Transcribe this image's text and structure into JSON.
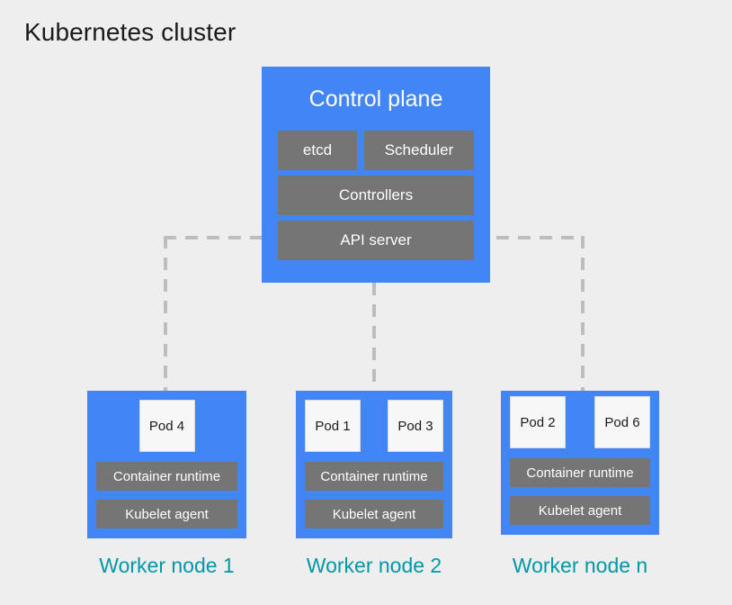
{
  "diagram": {
    "title": "Kubernetes cluster",
    "colors": {
      "background": "#efeeee",
      "node_blue": "#4285f4",
      "component_gray": "#757575",
      "pod_white": "#f7f7f7",
      "label_teal": "#0097a7",
      "connector_gray": "#bdbdbd"
    }
  },
  "control_plane": {
    "title": "Control plane",
    "components": {
      "etcd": "etcd",
      "scheduler": "Scheduler",
      "controllers": "Controllers",
      "api_server": "API server"
    }
  },
  "worker_nodes": [
    {
      "label": "Worker node 1",
      "pods": [
        "Pod 4"
      ],
      "container_runtime": "Container runtime",
      "kubelet_agent": "Kubelet agent"
    },
    {
      "label": "Worker node 2",
      "pods": [
        "Pod 1",
        "Pod 3"
      ],
      "container_runtime": "Container runtime",
      "kubelet_agent": "Kubelet agent"
    },
    {
      "label": "Worker node n",
      "pods": [
        "Pod 2",
        "Pod 6"
      ],
      "container_runtime": "Container runtime",
      "kubelet_agent": "Kubelet agent"
    }
  ]
}
